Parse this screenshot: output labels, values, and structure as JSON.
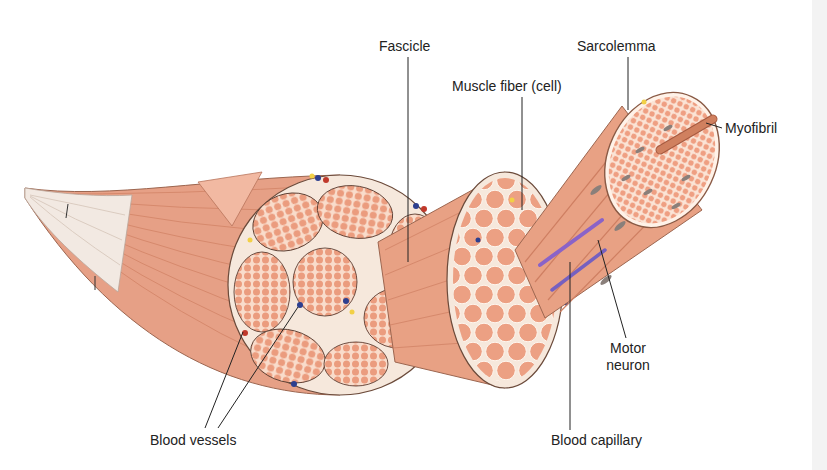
{
  "diagram": {
    "labels": [
      "Fascicle",
      "Sarcolemma",
      "Muscle fiber (cell)",
      "Myofibril",
      "Motor neuron",
      "Blood vessels",
      "Blood capillary"
    ]
  }
}
